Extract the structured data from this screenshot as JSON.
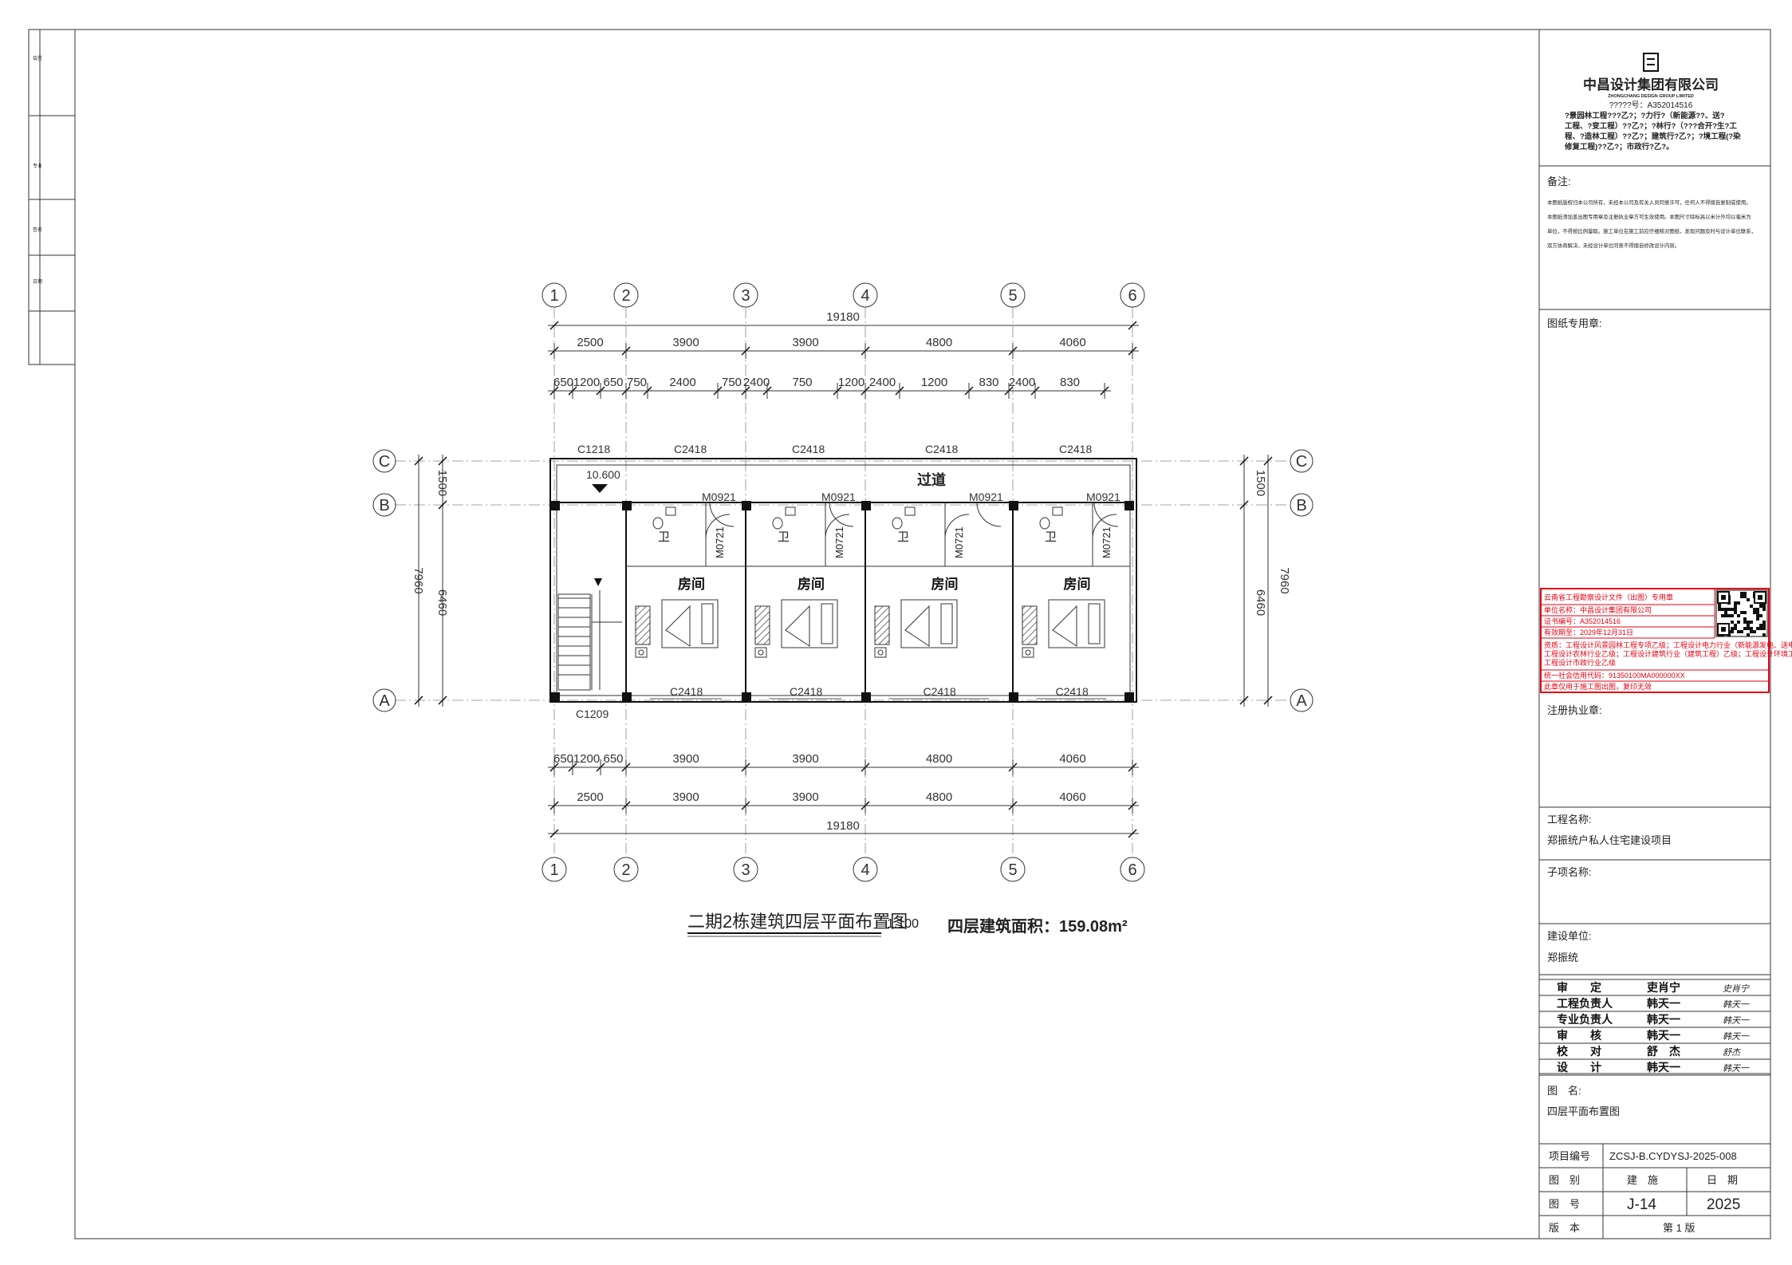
{
  "company": {
    "name": "中昌设计集团有限公司",
    "name_en": "ZHONGCHANG DESIGN GROUP LIMITED",
    "cert_line": "?????号：A352014516",
    "qual_lines": [
      "?景园林工程???乙?；?力行?（新能源??、送?",
      "工程、?变工程）??乙?；?林行?（???合开?生?工",
      "程、?造林工程）??乙?；建筑行?乙?；?境工程(?染",
      "修复工程)??乙?；市政行?乙?。"
    ]
  },
  "notes": {
    "title": "备注:",
    "lines": [
      "本图纸版权归本公司所有，未经本公司及有关人员同意许可，任何人不得擅自复制或使用。",
      "本图纸须加盖出图专用章及注册执业章方可生效使用。本图尺寸除标高以米计外均以毫米为",
      "单位，不得按比例量取。施工单位在施工前应仔细核对图纸，发现问题及时与设计单位联系，",
      "双方协商解决，未经设计单位同意不得擅自修改设计内容。"
    ]
  },
  "stamp_area_label": "图纸专用章:",
  "reg_stamp_label": "注册执业章:",
  "red_stamp": {
    "title": "云南省工程勘察设计文件（出图）专用章",
    "lines": [
      "单位名称：中昌设计集团有限公司",
      "证书编号：A352014516",
      "有效期至：2029年12月31日",
      "资质：工程设计风景园林工程专项乙级；工程设计电力行业（新能源发电、送电工程）乙级；",
      "工程设计农林行业乙级；工程设计建筑行业（建筑工程）乙级；工程设计环境工程乙级；",
      "工程设计市政行业乙级",
      "统一社会信用代码：91350100MA000000XX",
      "此章仅用于施工图出图，复印无效"
    ]
  },
  "project": {
    "name_label": "工程名称:",
    "name": "郑振统户私人住宅建设项目",
    "sub_label": "子项名称:",
    "sub": "",
    "client_label": "建设单位:",
    "client": "郑振统"
  },
  "signoff": [
    {
      "role": "审　　定",
      "name": "吏肖宁",
      "sig": "史肖宁"
    },
    {
      "role": "工程负责人",
      "name": "韩天一",
      "sig": "韩天一"
    },
    {
      "role": "专业负责人",
      "name": "韩天一",
      "sig": "韩天一"
    },
    {
      "role": "审　　核",
      "name": "韩天一",
      "sig": "韩天一"
    },
    {
      "role": "校　　对",
      "name": "舒　杰",
      "sig": "舒杰"
    },
    {
      "role": "设　　计",
      "name": "韩天一",
      "sig": "韩天一"
    }
  ],
  "drawing": {
    "name_label": "图　名:",
    "name": "四层平面布置图",
    "proj_no_label": "项目编号",
    "proj_no": "ZCSJ-B.CYDYSJ-2025-008",
    "cat_label": "图　别",
    "cat": "建　施",
    "date_label": "日　期",
    "no_label": "图　号",
    "no": "J-14",
    "year": "2025",
    "ver_label": "版　本",
    "ver": "第 1 版"
  },
  "plan": {
    "title": "二期2栋建筑四层平面布置图",
    "scale": "1:100",
    "area": "四层建筑面积：159.08m²",
    "corridor": "过道",
    "level": "10.600",
    "room": "房间",
    "wc": "卫",
    "axes_x": [
      "1",
      "2",
      "3",
      "4",
      "5",
      "6"
    ],
    "axes_y": [
      "A",
      "B",
      "C"
    ],
    "total": "19180",
    "bays": [
      "2500",
      "3900",
      "3900",
      "4800",
      "4060"
    ],
    "top_fine": [
      "650",
      "1200",
      "650",
      "750",
      "2400",
      "750",
      "2400",
      "750",
      "1200",
      "2400",
      "1200",
      "830",
      "2400",
      "830"
    ],
    "bot_fine": [
      "650",
      "1200",
      "650",
      "3900",
      "3900",
      "4800",
      "4060"
    ],
    "vert_total": "7960",
    "vert_parts": [
      "1500",
      "6460"
    ],
    "windows_top": [
      "C1218",
      "C2418",
      "C2418",
      "C2418",
      "C2418"
    ],
    "windows_bottom": [
      "C2418",
      "C2418",
      "C2418",
      "C2418"
    ],
    "window_stair": "C1209",
    "doors_main": "M0921",
    "doors_wc": "M0721"
  },
  "left_strip": {
    "labels": [
      "会签",
      "专业",
      "签名",
      "日期"
    ]
  }
}
